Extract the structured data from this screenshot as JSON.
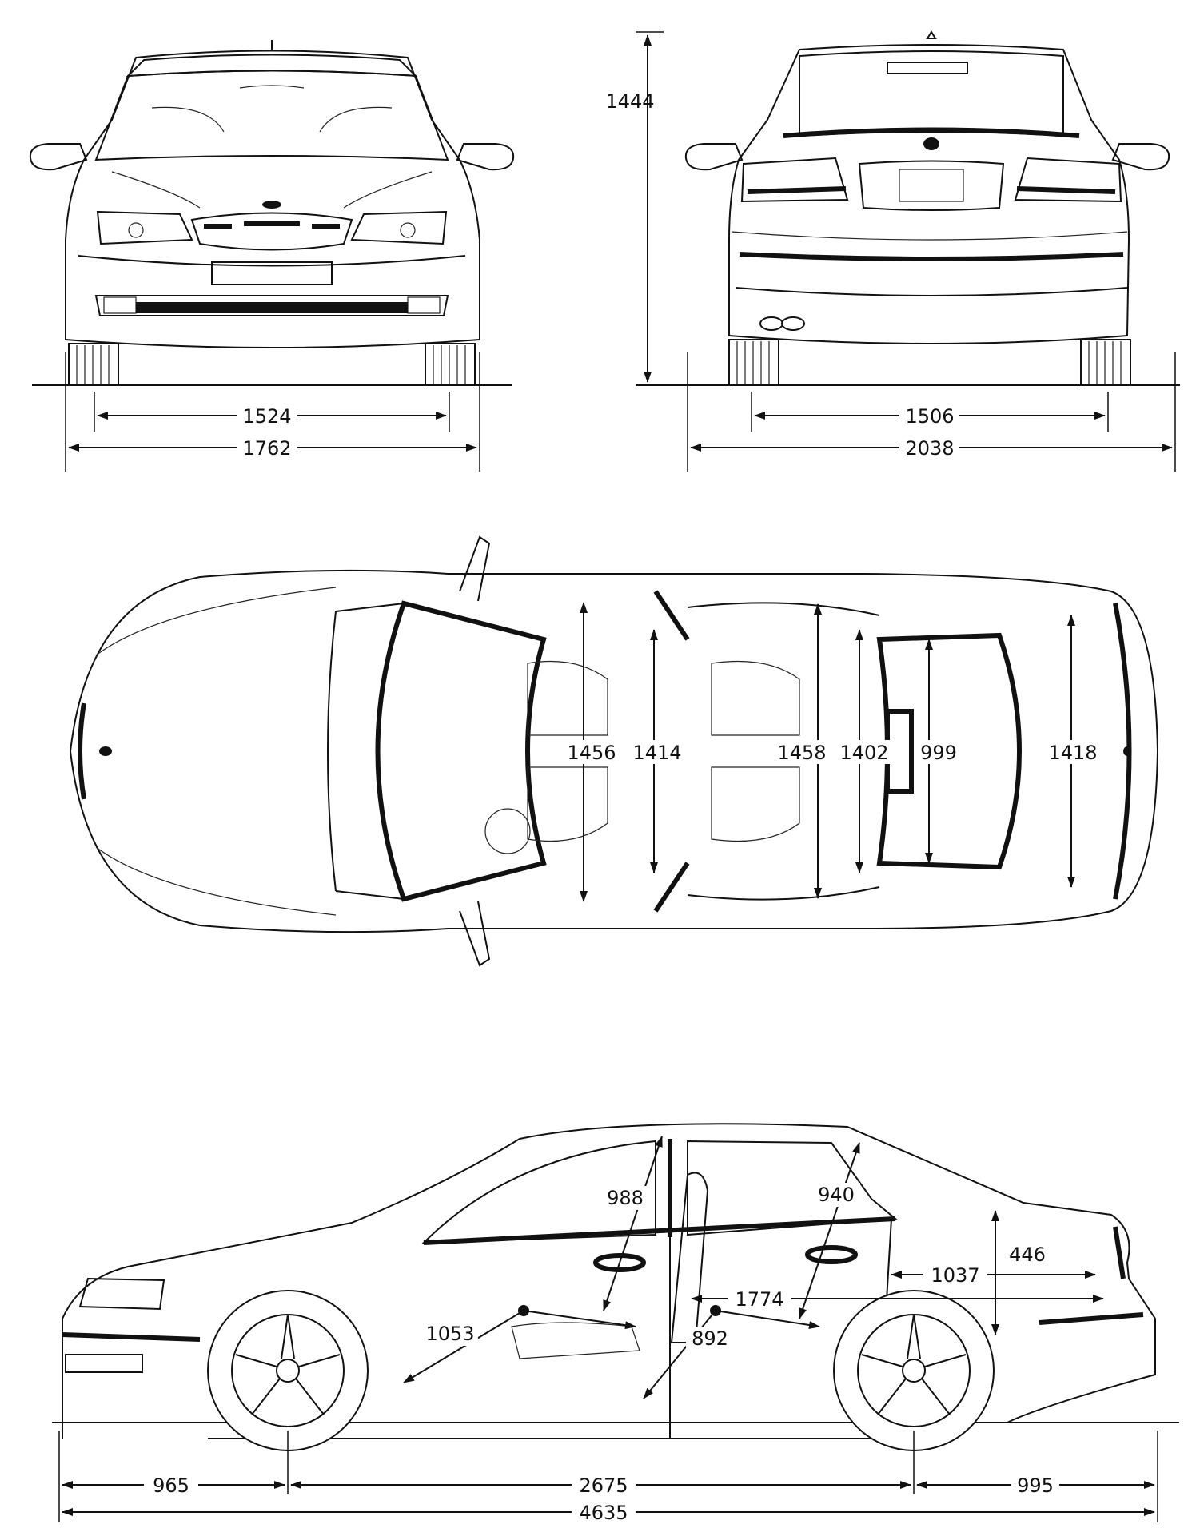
{
  "views": {
    "front": {
      "name": "front-view",
      "dimensions": {
        "track": "1524",
        "width": "1762"
      }
    },
    "rear": {
      "name": "rear-view",
      "dimensions": {
        "height": "1444",
        "track": "1506",
        "width_mirrors": "2038"
      }
    },
    "top": {
      "name": "top-view",
      "dimensions": {
        "front_shoulder": "1456",
        "front_hip": "1414",
        "rear_shoulder": "1458",
        "rear_hip": "1402",
        "trunk_opening": "999",
        "rear_width": "1418"
      }
    },
    "side": {
      "name": "side-view",
      "dimensions": {
        "front_headroom": "988",
        "rear_headroom": "940",
        "trunk_height": "446",
        "trunk_length": "1037",
        "cabin_length": "1774",
        "front_legroom": "1053",
        "rear_legroom": "892",
        "front_overhang": "965",
        "wheelbase": "2675",
        "rear_overhang": "995",
        "length": "4635"
      }
    }
  }
}
